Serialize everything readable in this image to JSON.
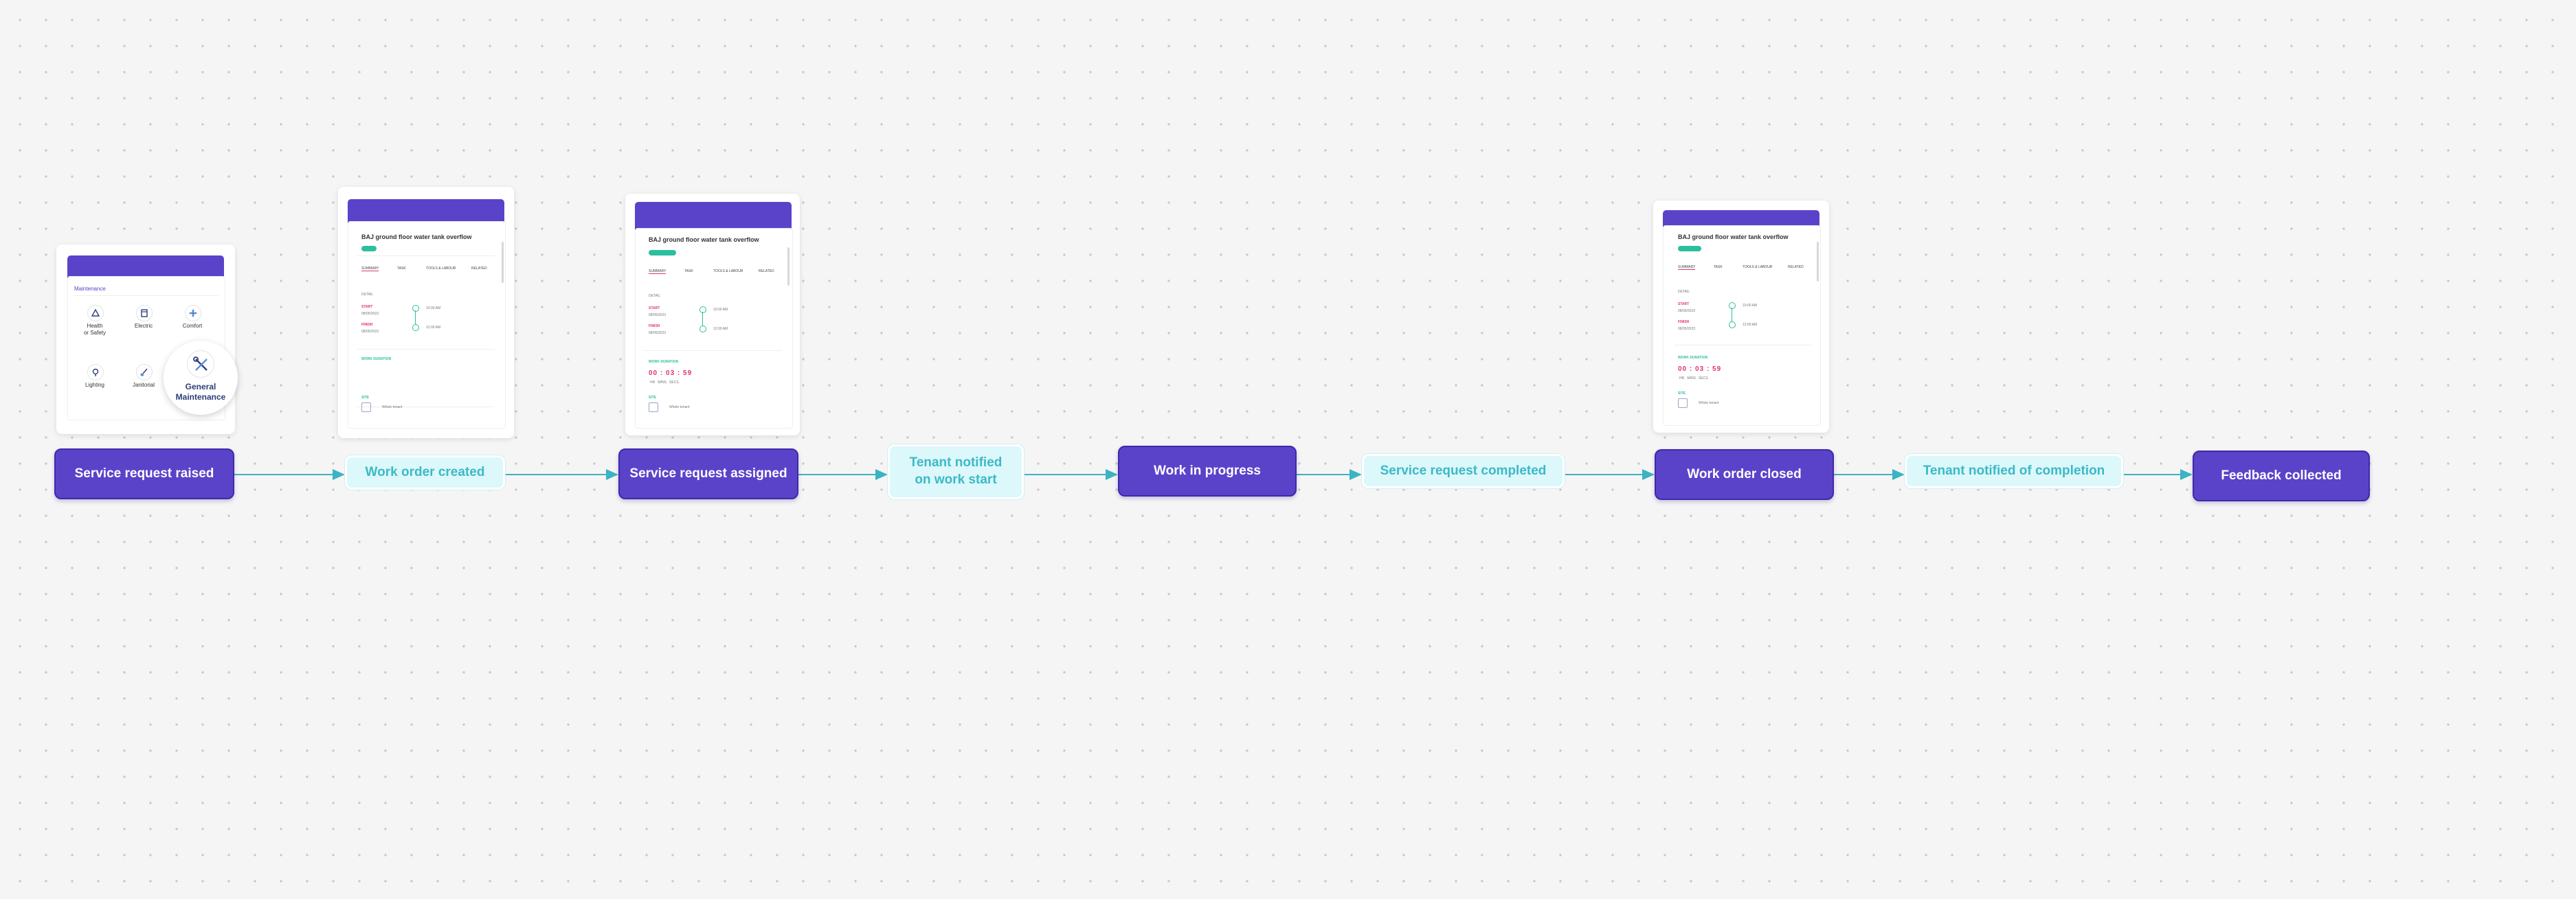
{
  "colors": {
    "primary": "#5b43c9",
    "notice_bg": "#dcf8fb",
    "notice_text": "#3cb9c6",
    "connector": "#3cb3c2",
    "accent_green": "#2bbf9e",
    "accent_red": "#e0336e"
  },
  "steps": [
    {
      "label": "Service request raised",
      "style": "primary"
    },
    {
      "label": "Work order created",
      "style": "notice"
    },
    {
      "label": "Service request assigned",
      "style": "primary"
    },
    {
      "label": "Tenant notified\non work start",
      "style": "notice"
    },
    {
      "label": "Work in progress",
      "style": "primary"
    },
    {
      "label": "Service request completed",
      "style": "notice"
    },
    {
      "label": "Work order closed",
      "style": "primary"
    },
    {
      "label": "Tenant notified of completion",
      "style": "notice"
    },
    {
      "label": "Feedback collected",
      "style": "primary"
    }
  ],
  "maintenance_card": {
    "heading": "Maintenance",
    "categories": [
      {
        "label": "Health\nor Safety",
        "icon": "warning-triangle-icon"
      },
      {
        "label": "Electric",
        "icon": "electric-panel-icon"
      },
      {
        "label": "Comfort",
        "icon": "fan-icon"
      },
      {
        "label": "Lighting",
        "icon": "bulb-icon"
      },
      {
        "label": "Janitorial",
        "icon": "broom-icon"
      }
    ],
    "highlight": {
      "label": "General\nMaintenance",
      "icon": "wrench-screwdriver-icon"
    }
  },
  "work_order_card": {
    "title": "BAJ ground floor water tank overflow",
    "tabs": [
      "SUMMARY",
      "TASK",
      "TOOLS & LABOUR",
      "RELATED"
    ],
    "section_label": "DETAIL",
    "start_label": "START",
    "start_date": "08/05/2023",
    "start_time": "10:00 AM",
    "finish_label": "FINISH",
    "finish_date": "08/05/2023",
    "finish_time": "12:00 AM",
    "duration_label": "WORK DURATION",
    "timer": "00 : 03 : 59",
    "timer_units": "HR   MINS   SECS",
    "site_label": "SITE",
    "site_value": "Whole tenant"
  }
}
